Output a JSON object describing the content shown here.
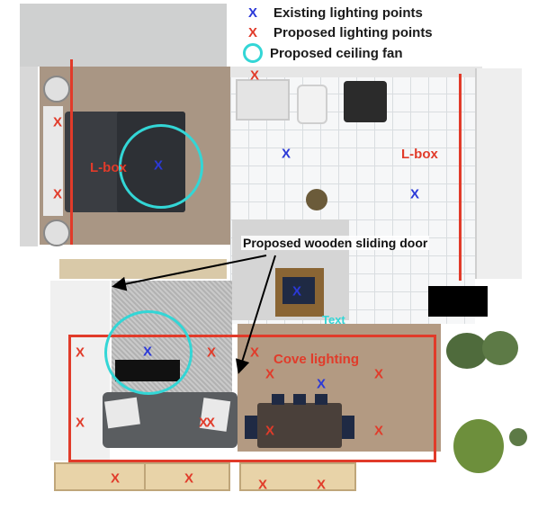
{
  "legend": {
    "existing": {
      "symbol": "X",
      "label": "Existing lighting points"
    },
    "proposed": {
      "symbol": "X",
      "label": "Proposed lighting points"
    },
    "fan": {
      "label": "Proposed ceiling fan"
    }
  },
  "labels": {
    "lbox_bedroom": "L-box",
    "lbox_right": "L-box",
    "sliding_door": "Proposed wooden sliding door",
    "cove": "Cove lighting",
    "text": "Text"
  },
  "marks": {
    "existing": [
      "X",
      "X",
      "X",
      "X",
      "X",
      "X"
    ],
    "proposed": [
      "X",
      "X",
      "X",
      "X",
      "X",
      "X",
      "X",
      "X",
      "X",
      "X",
      "X",
      "X",
      "X",
      "X",
      "X",
      "X",
      "X"
    ]
  },
  "colors": {
    "existing_mark": "#2b39d8",
    "proposed_mark": "#e13b2a",
    "fan_ring": "#33d6d6",
    "red_line": "#e13b2a"
  }
}
